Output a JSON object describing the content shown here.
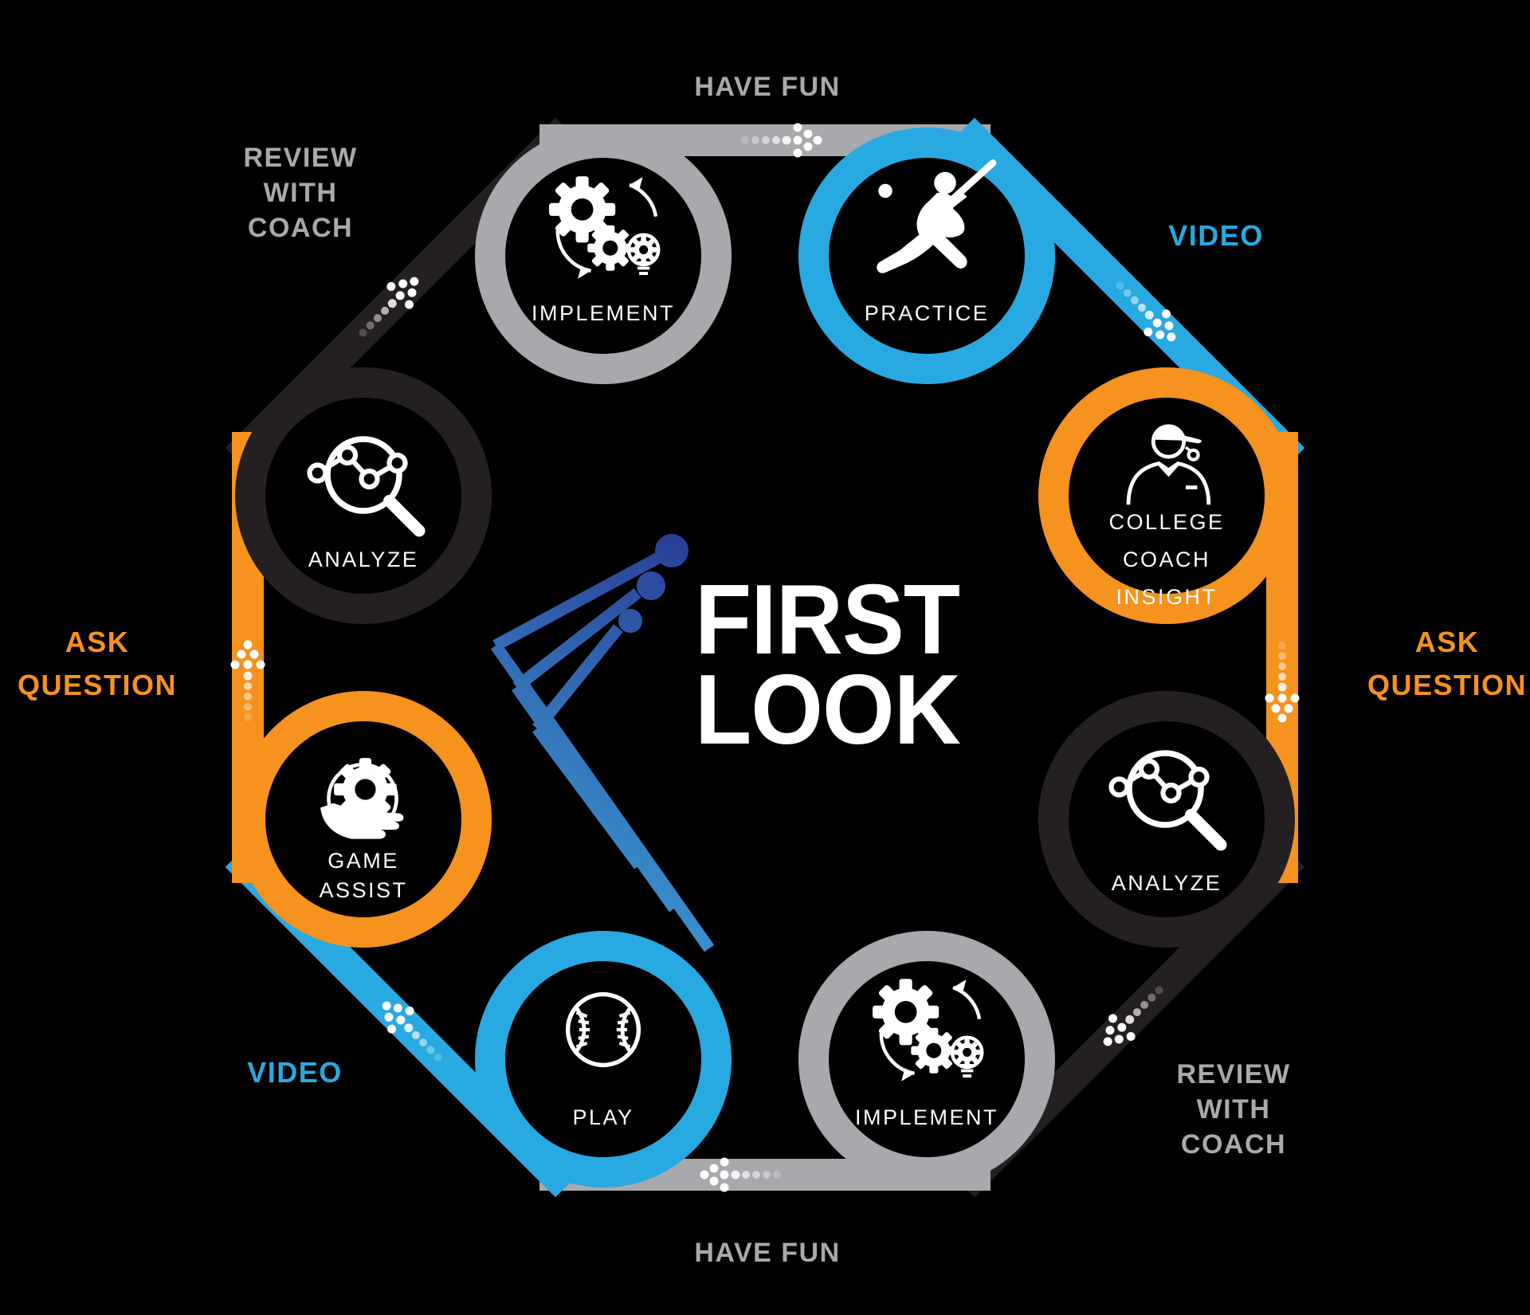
{
  "palette": {
    "blue": "#29A9E1",
    "orange": "#F6921E",
    "gray": "#A7A9AC",
    "dark": "#242021",
    "white": "#FFFFFF",
    "background": "#000000"
  },
  "logo": {
    "line1": "FIRST",
    "line2": "LOOK",
    "mark": "circuit-arrow-mark"
  },
  "flow": {
    "direction": "clockwise",
    "arrow_style": "dotted-chevron"
  },
  "nodes": [
    {
      "id": "implement-top",
      "lines": [
        "IMPLEMENT"
      ],
      "ring_color": "gray",
      "icon": "gears-lightbulb-icon"
    },
    {
      "id": "practice",
      "lines": [
        "PRACTICE"
      ],
      "ring_color": "blue",
      "icon": "baseball-batter-icon"
    },
    {
      "id": "college-coach-insight",
      "lines": [
        "COLLEGE",
        "COACH",
        "INSIGHT"
      ],
      "ring_color": "orange",
      "icon": "coach-icon"
    },
    {
      "id": "analyze-right",
      "lines": [
        "ANALYZE"
      ],
      "ring_color": "dark",
      "icon": "magnifier-chart-icon"
    },
    {
      "id": "implement-bottom",
      "lines": [
        "IMPLEMENT"
      ],
      "ring_color": "gray",
      "icon": "gears-lightbulb-icon"
    },
    {
      "id": "play",
      "lines": [
        "PLAY"
      ],
      "ring_color": "blue",
      "icon": "baseball-icon"
    },
    {
      "id": "game-assist",
      "lines": [
        "GAME",
        "ASSIST"
      ],
      "ring_color": "orange",
      "icon": "hand-gear-icon"
    },
    {
      "id": "analyze-left",
      "lines": [
        "ANALYZE"
      ],
      "ring_color": "dark",
      "icon": "magnifier-chart-icon"
    }
  ],
  "path_labels": [
    {
      "id": "have-fun-top",
      "lines": [
        "HAVE FUN"
      ],
      "color": "gray"
    },
    {
      "id": "video-top-right",
      "lines": [
        "VIDEO"
      ],
      "color": "blue"
    },
    {
      "id": "ask-question-right",
      "lines": [
        "ASK",
        "QUESTION"
      ],
      "color": "orange"
    },
    {
      "id": "review-with-coach-bottom-right",
      "lines": [
        "REVIEW",
        "WITH",
        "COACH"
      ],
      "color": "gray"
    },
    {
      "id": "have-fun-bottom",
      "lines": [
        "HAVE FUN"
      ],
      "color": "gray"
    },
    {
      "id": "video-bottom-left",
      "lines": [
        "VIDEO"
      ],
      "color": "blue"
    },
    {
      "id": "ask-question-left",
      "lines": [
        "ASK",
        "QUESTION"
      ],
      "color": "orange"
    },
    {
      "id": "review-with-coach-top-left",
      "lines": [
        "REVIEW",
        "WITH",
        "COACH"
      ],
      "color": "gray"
    }
  ]
}
